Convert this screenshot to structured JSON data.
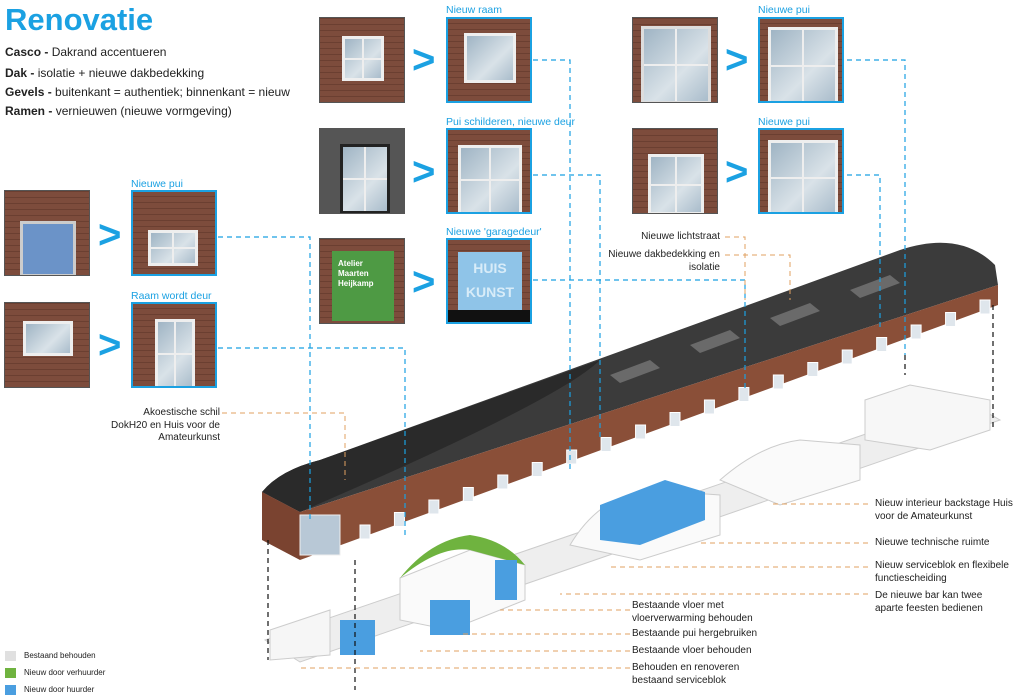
{
  "title": "Renovatie",
  "specs": [
    {
      "key": "Casco -",
      "value": "Dakrand accentueren"
    },
    {
      "key": "Dak -",
      "value": "isolatie + nieuwe dakbedekking"
    },
    {
      "key": "Gevels -",
      "value": "buitenkant = authentiek; binnenkant = nieuw"
    },
    {
      "key": "Ramen -",
      "value": "vernieuwen (nieuwe vormgeving)"
    }
  ],
  "comparisons": [
    {
      "caption": "Nieuwe pui"
    },
    {
      "caption": "Raam wordt deur"
    },
    {
      "caption": "Nieuw raam"
    },
    {
      "caption": "Pui schilderen, nieuwe deur"
    },
    {
      "caption": "Nieuwe 'garagedeur'",
      "door_text": "HUIS KUNST"
    },
    {
      "caption": "Nieuwe pui"
    },
    {
      "caption": "Nieuwe pui"
    }
  ],
  "photo_text": {
    "green_door": "Atelier Maarten Heijkamp"
  },
  "chevron": ">",
  "labels": {
    "lichtstraat": "Nieuwe lichtstraat",
    "dak": "Nieuwe dakbedekking en isolatie",
    "schil": "Akoestische schil DokH20 en Huis voor de Amateurkunst",
    "interieur": "Nieuw interieur backstage Huis voor de Amateurkunst",
    "technisch": "Nieuwe technische ruimte",
    "serviceblok": "Nieuw serviceblok en flexibele functiescheiding",
    "bar": "De nieuwe bar kan twee aparte feesten bedienen",
    "vloer_verwarming": "Bestaande vloer met vloerverwarming behouden",
    "pui": "Bestaande pui hergebruiken",
    "vloer": "Bestaande vloer behouden",
    "bestaand_serviceblok": "Behouden en renoveren bestaand serviceblok"
  },
  "legend": [
    {
      "label": "Bestaand behouden",
      "color": "#e0e0e0"
    },
    {
      "label": "Nieuw door verhuurder",
      "color": "#6fb33f"
    },
    {
      "label": "Nieuw door huurder",
      "color": "#4a9ee0"
    }
  ],
  "colors": {
    "accent": "#1ba1e2",
    "leader": "#e0a060"
  }
}
